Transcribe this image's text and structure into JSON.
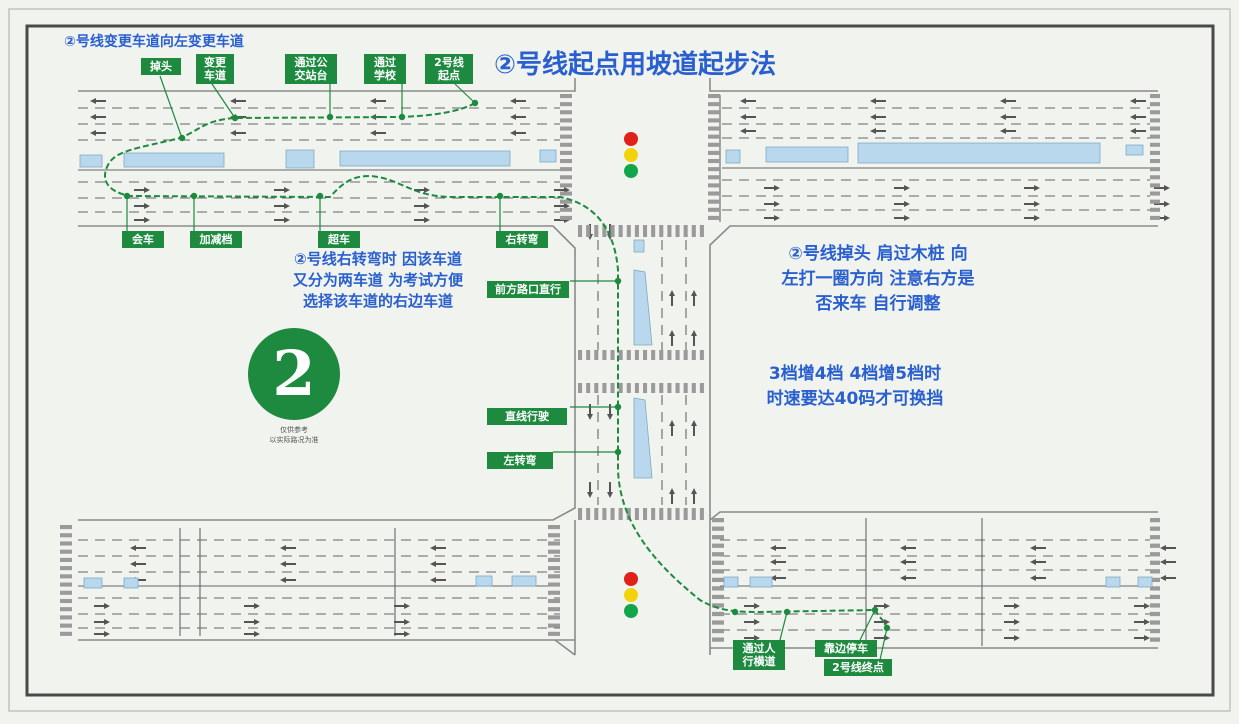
{
  "header": {
    "route_change_note": "②号线变更车道向左变更车道",
    "title": "②号线起点用坡道起步法"
  },
  "labels": {
    "u_turn": "掉头",
    "change_lane": "变更\n车道",
    "pass_bus_stop": "通过公\n交站台",
    "pass_school": "通过\n学校",
    "route_start": "2号线\n起点",
    "meet_car": "会车",
    "gear_change": "加减档",
    "overtake": "超车",
    "right_turn_top": "右转弯",
    "straight_ahead": "前方路口直行",
    "straight_drive": "直线行驶",
    "left_turn": "左转弯",
    "pass_crosswalk": "通过人\n行横道",
    "pull_over": "靠边停车",
    "route_end": "2号线终点"
  },
  "notes": {
    "right_turn_note": "②号线右转弯时 因该车道\n又分为两车道 为考试方便\n选择该车道的右边车道",
    "u_turn_note": "②号线掉头  肩过木桩  向\n左打一圈方向  注意右方是\n否来车 自行调整",
    "gear_note": "3档增4档   4档增5档时\n时速要达40码才可换挡"
  },
  "emblem": {
    "digit": "2",
    "motto": "仅供参考\n以实际路况为准"
  },
  "colors": {
    "background": "#f1f4ee",
    "frame": "#4a4a4a",
    "road_edge": "#8a8a8a",
    "lane_mark": "#666666",
    "route_line": "#1d8a3f",
    "label_bg": "#1d8a3f",
    "note_text": "#2a5fd0",
    "island": "#b9d8ee",
    "light_red": "#e0211b",
    "light_yellow": "#f4d20c",
    "light_green": "#12a54a"
  }
}
